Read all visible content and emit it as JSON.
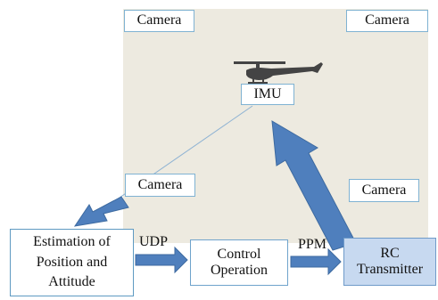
{
  "camera_label": "Camera",
  "imu_label": "IMU",
  "estimation": {
    "line1": "Estimation of",
    "line2": "Position and",
    "line3": "Attitude"
  },
  "control": {
    "line1": "Control",
    "line2": "Operation"
  },
  "rc": {
    "line1": "RC",
    "line2": "Transmitter"
  },
  "udp_label": "UDP",
  "ppm_label": "PPM",
  "colors": {
    "arena": "#edeae0",
    "arrow": "#4f7fbd",
    "box_border": "#7fb2d2",
    "rc_fill": "#c7d9f0"
  }
}
